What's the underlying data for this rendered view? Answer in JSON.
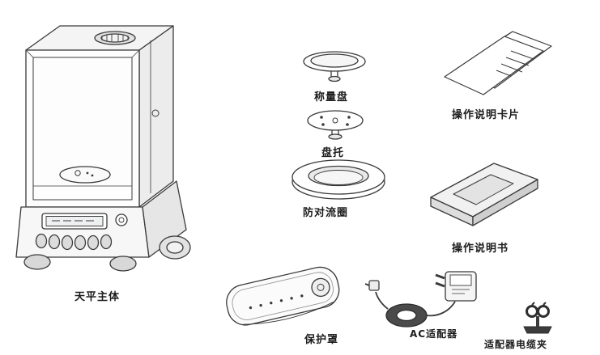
{
  "diagram": {
    "type": "parts-diagram",
    "labels": {
      "balance_body": "天平主体",
      "weighing_pan": "称量盘",
      "pan_support": "盘托",
      "anti_convection_ring": "防对流圈",
      "instruction_card": "操作说明卡片",
      "instruction_manual": "操作说明书",
      "protective_cover": "保护罩",
      "ac_adapter": "AC适配器",
      "adapter_cable_clamp": "适配器电缆夹"
    },
    "line_color": "#3a3a3a",
    "background": "#ffffff"
  }
}
